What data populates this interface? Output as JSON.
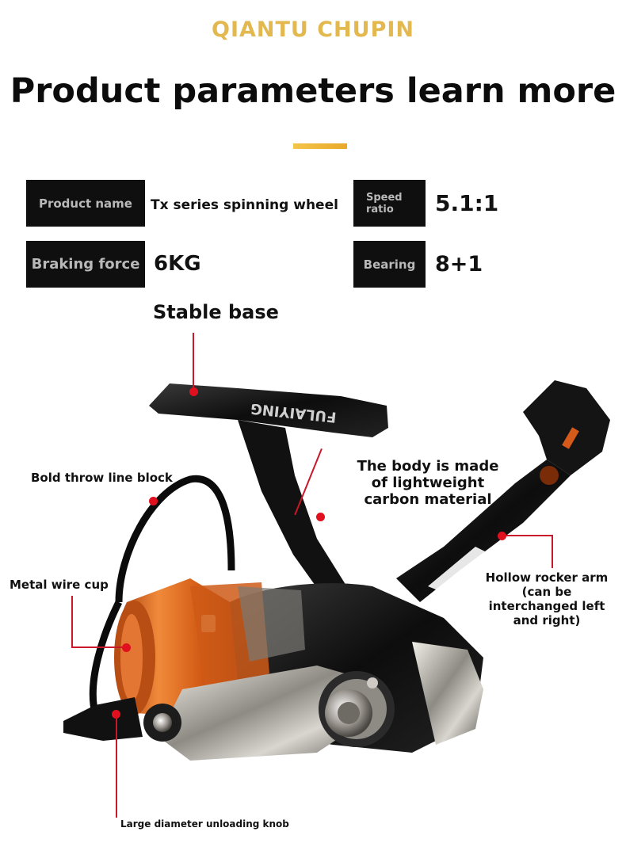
{
  "brand": "QIANTU CHUPIN",
  "headline": "Product parameters learn more",
  "colors": {
    "brand_gold": "#e2b84f",
    "label_bg": "#0f0f0f",
    "label_text": "#b9b9b9",
    "leader_red": "#c8182a",
    "spool_orange": "#e06a1e"
  },
  "params": {
    "product_name": {
      "label": "Product name",
      "value": "Tx series spinning wheel"
    },
    "speed_ratio": {
      "label": "Speed\nratio",
      "value": "5.1:1"
    },
    "braking_force": {
      "label": "Braking force",
      "value": "6KG"
    },
    "bearing": {
      "label": "Bearing",
      "value": "8+1"
    }
  },
  "callouts": {
    "stable_base": "Stable base",
    "throw_line_block": "Bold throw line block",
    "body_material": "The body is made of lightweight carbon material",
    "metal_wire_cup": "Metal wire cup",
    "rocker_arm": "Hollow rocker arm (can be interchanged left and right)",
    "unloading_knob": "Large diameter unloading knob"
  },
  "reel": {
    "foot_logo": "FULAIYING"
  }
}
